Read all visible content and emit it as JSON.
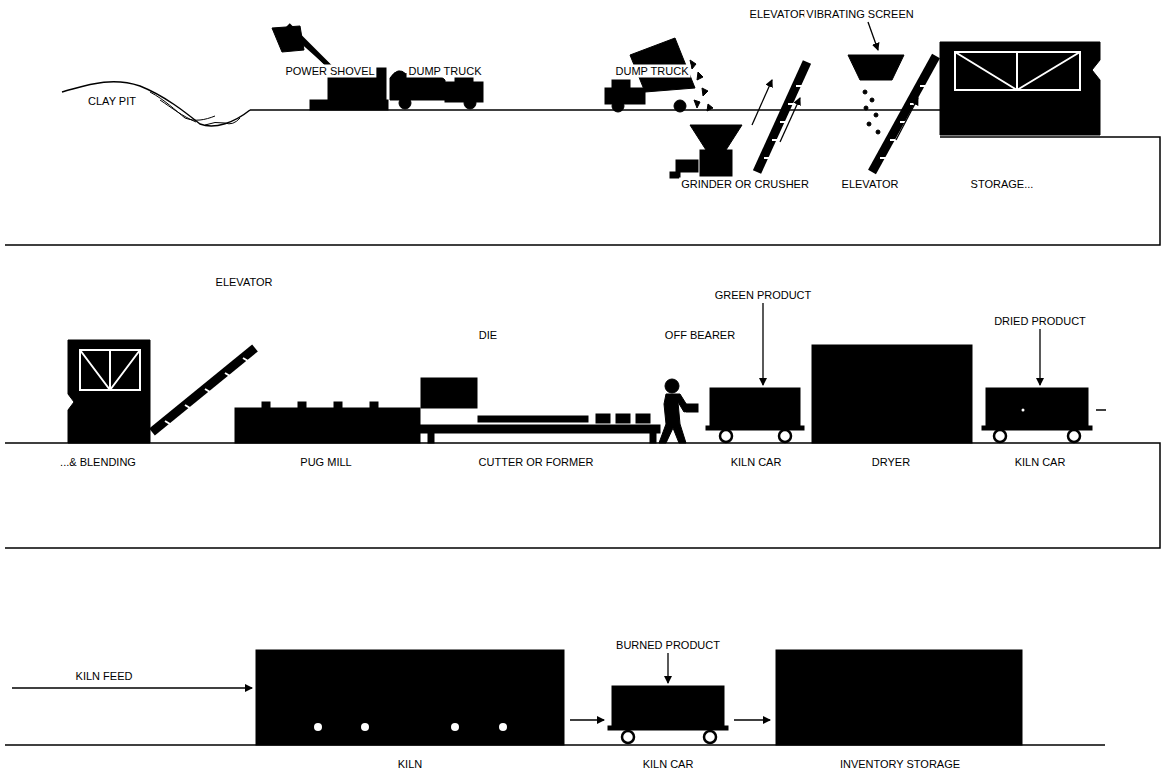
{
  "diagram": {
    "labels": [
      "CLAY PIT",
      "POWER SHOVEL",
      "DUMP TRUCK",
      "DUMP TRUCK",
      "GRINDER OR CRUSHER",
      "ELEVATOR",
      "VIBRATING SCREEN",
      "ELEVATOR",
      "STORAGE...",
      "...& BLENDING",
      "ELEVATOR",
      "PUG MILL",
      "DIE",
      "CUTTER OR FORMER",
      "OFF BEARER",
      "GREEN PRODUCT",
      "KILN CAR",
      "DRYER",
      "DRIED PRODUCT",
      "KILN CAR",
      "KILN FEED",
      "KILN",
      "BURNED PRODUCT",
      "KILN CAR",
      "INVENTORY STORAGE"
    ]
  }
}
